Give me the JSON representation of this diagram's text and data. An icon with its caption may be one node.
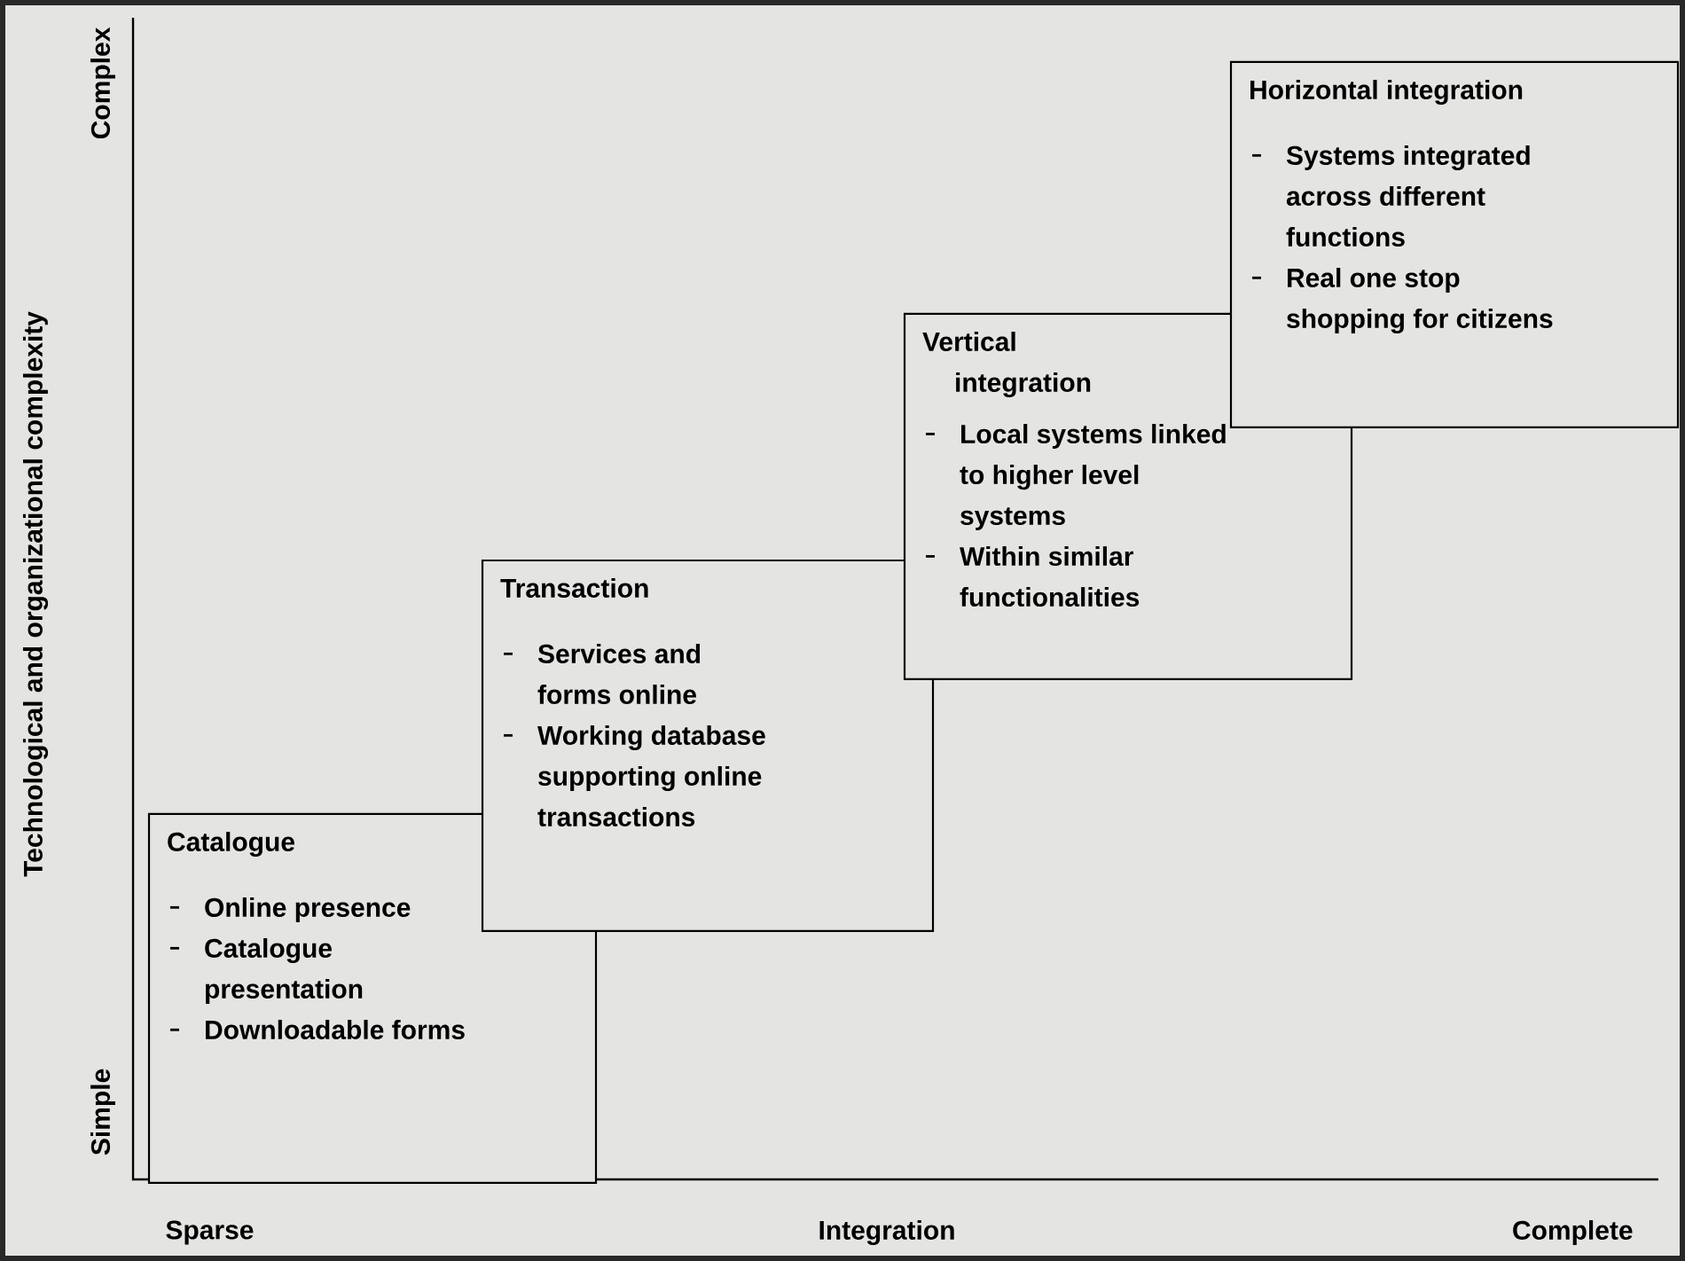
{
  "diagram": {
    "nodes": [
      {
        "text": [
          "Catalogue",
          "Online presence",
          "Catalogue presentation",
          "Downloadable forms"
        ]
      },
      {
        "text": [
          "Transaction",
          "Services and forms online",
          "Working database supporting online transactions"
        ]
      },
      {
        "text": [
          "Vertical integration",
          "Local systems linked to higher level systems",
          "Within similar functionalities"
        ]
      },
      {
        "text": [
          "Horizontal integration",
          "Systems integrated across different functions",
          "Real one stop shopping for citizens"
        ]
      }
    ],
    "labels": [
      "Technological and organizational complexity",
      "Complex",
      "Simple",
      "Sparse",
      "Integration",
      "Complete"
    ]
  }
}
